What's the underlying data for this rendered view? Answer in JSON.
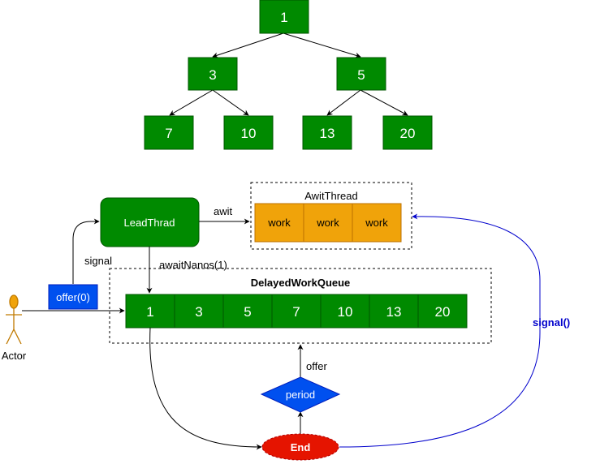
{
  "tree": {
    "root": "1",
    "level2": [
      "3",
      "5"
    ],
    "level3": [
      "7",
      "10",
      "13",
      "20"
    ]
  },
  "lead_thread": {
    "label": "LeadThrad"
  },
  "awit_thread": {
    "title": "AwitThread",
    "works": [
      "work",
      "work",
      "work"
    ]
  },
  "queue": {
    "title": "DelayedWorkQueue",
    "cells": [
      "1",
      "3",
      "5",
      "7",
      "10",
      "13",
      "20"
    ]
  },
  "actor": {
    "label": "Actor"
  },
  "offer0": {
    "label": "offer(0)"
  },
  "period": {
    "label": "period"
  },
  "end": {
    "label": "End"
  },
  "edges": {
    "awit": "awit",
    "signal": "signal",
    "awaitNanos": "awaitNanos(1)",
    "offer": "offer",
    "signal_call": "signal()"
  },
  "colors": {
    "green_fill": "#008a00",
    "green_stroke": "#005700",
    "orange_fill": "#f0a30a",
    "orange_stroke": "#bd7000",
    "blue_fill": "#0050ef",
    "red_fill": "#e51400",
    "signal_line": "#0000cc"
  }
}
